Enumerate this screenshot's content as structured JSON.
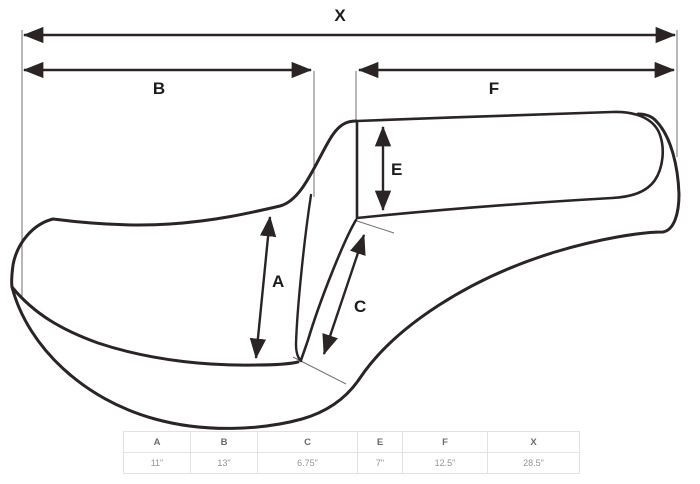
{
  "diagram": {
    "dimension_labels": {
      "x": "X",
      "b": "B",
      "f": "F",
      "e": "E",
      "a": "A",
      "c": "C"
    },
    "line_color": "#2a2425",
    "extension_line_color": "#6f6f6f",
    "label_color": "#1c1c1c"
  },
  "table": {
    "columns": [
      "A",
      "B",
      "C",
      "E",
      "F",
      "X"
    ],
    "values": [
      "11\"",
      "13\"",
      "6.75\"",
      "7\"",
      "12.5\"",
      "28.5\""
    ],
    "border_color": "#e2e2e2",
    "header_text_color": "#6b6b6b",
    "value_text_color": "#949494"
  }
}
